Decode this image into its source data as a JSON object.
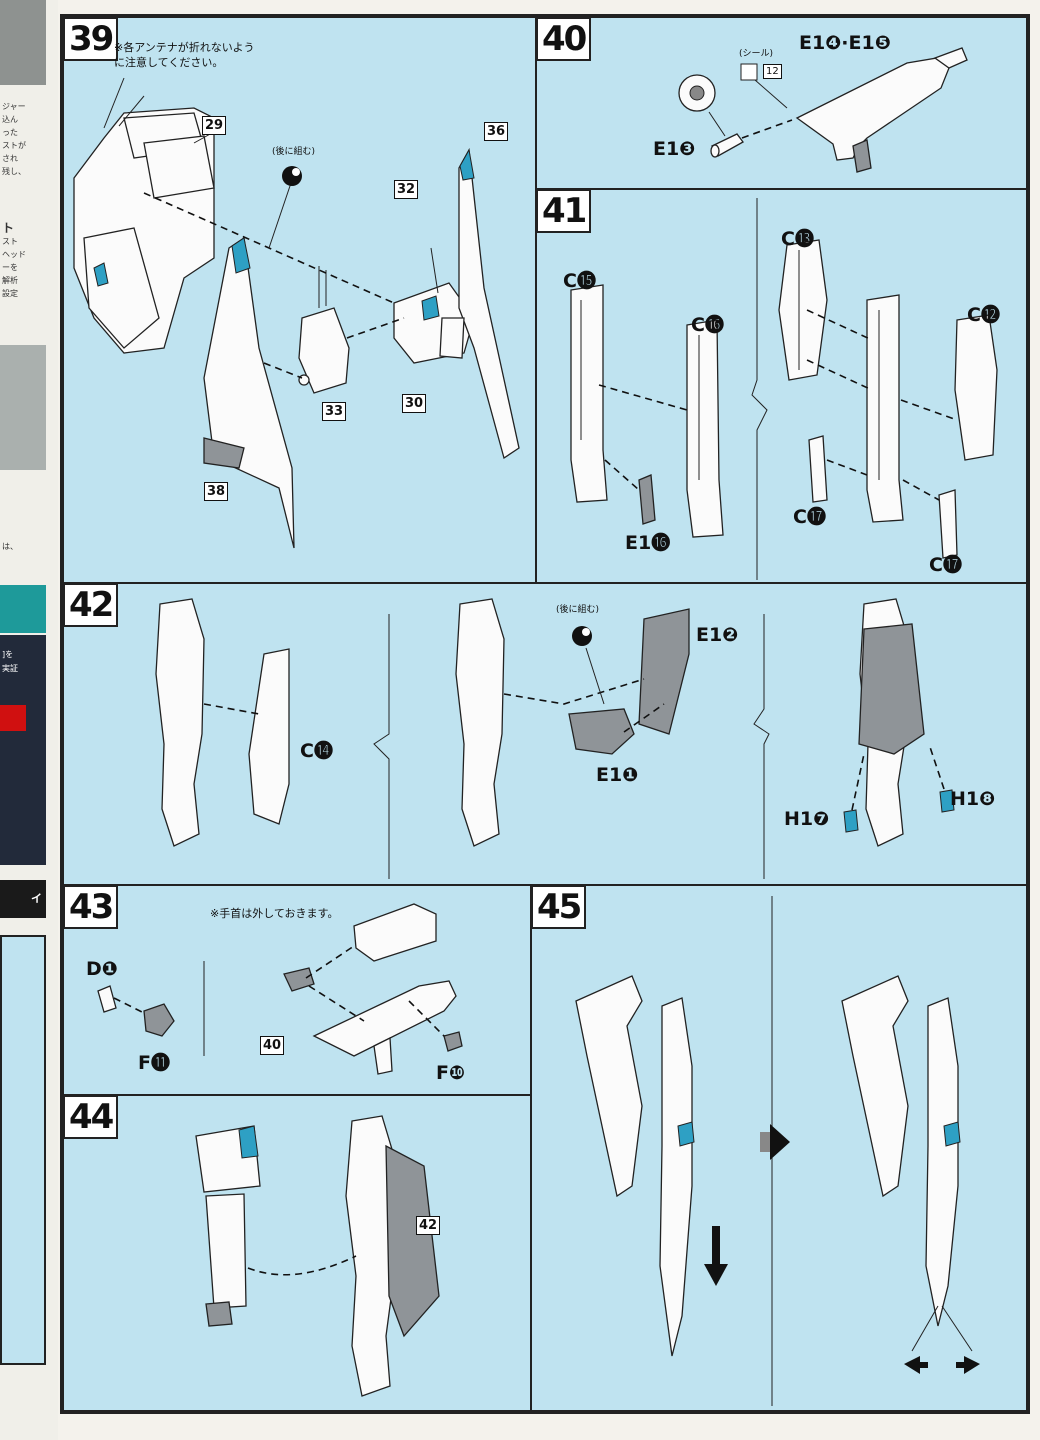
{
  "left_strip": {
    "lines": [
      "ジャー",
      "込ん",
      "った",
      "ストが",
      "され",
      "残し、",
      "ト",
      "スト",
      "ヘッド",
      "ーを",
      "解析",
      "設定",
      "は、",
      "]を",
      "実証",
      "イ"
    ]
  },
  "steps": [
    {
      "number": "39",
      "note_line1": "※各アンテナが折れないよう",
      "note_line2": "に注意してください。",
      "sub_note": "(後に組む)",
      "refs": [
        "29",
        "32",
        "36",
        "33",
        "30",
        "38"
      ]
    },
    {
      "number": "40",
      "sticker_label": "(シール)",
      "sticker_num": "12",
      "parts_top": "E1❹·E1❺",
      "part_left": "E1❸"
    },
    {
      "number": "41",
      "parts": [
        "C⓯",
        "C⓰",
        "C⓭",
        "C⓬",
        "E1⓰",
        "C⓱",
        "C⓱"
      ]
    },
    {
      "number": "42",
      "sub_note": "(後に組む)",
      "parts": [
        "C⓮",
        "E1❷",
        "E1❶",
        "H1❼",
        "H1❽"
      ]
    },
    {
      "number": "43",
      "note": "※手首は外しておきます。",
      "parts": [
        "D❶",
        "F⓫",
        "F❿"
      ],
      "ref": "40"
    },
    {
      "number": "44",
      "ref": "42"
    },
    {
      "number": "45"
    }
  ]
}
